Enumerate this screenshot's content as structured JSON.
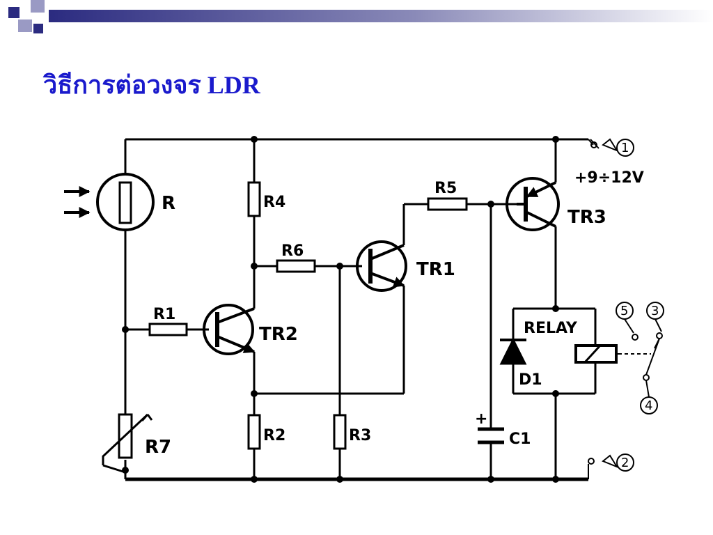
{
  "slide": {
    "title": "วิธีการต่อวงจร LDR",
    "accent_color": "#1a1acc",
    "banner_colors": [
      "#2b2b80",
      "#ffffff"
    ]
  },
  "diagram": {
    "components": {
      "ldr": "R",
      "r1": "R1",
      "r2": "R2",
      "r3": "R3",
      "r4": "R4",
      "r5": "R5",
      "r6": "R6",
      "r7": "R7",
      "tr1": "TR1",
      "tr2": "TR2",
      "tr3": "TR3",
      "relay": "RELAY",
      "d1": "D1",
      "c1": "C1",
      "c1_polarity": "+"
    },
    "supply": "+9÷12V",
    "terminals": [
      "1",
      "2",
      "3",
      "4",
      "5"
    ]
  }
}
